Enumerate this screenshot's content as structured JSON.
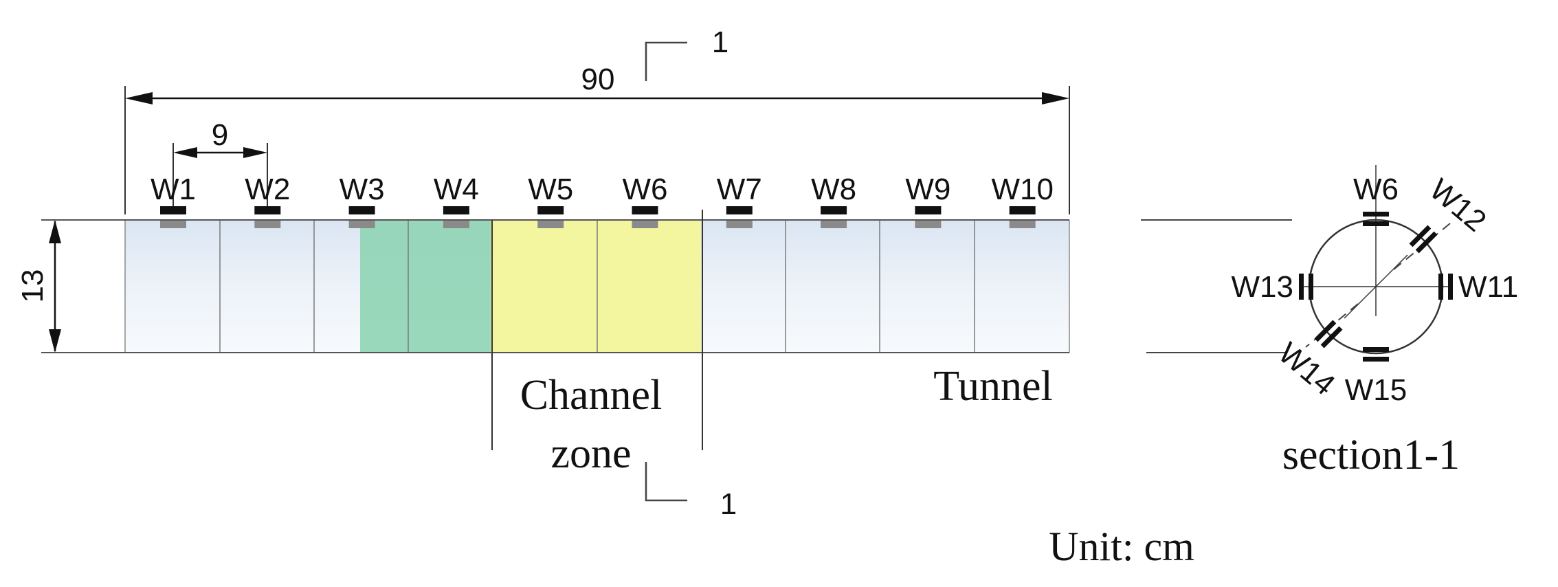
{
  "dimensions": {
    "total_length": "90",
    "gauge_spacing": "9",
    "height": "13"
  },
  "section_marks": {
    "top": "1",
    "bottom": "1"
  },
  "gauges_top": [
    "W1",
    "W2",
    "W3",
    "W4",
    "W5",
    "W6",
    "W7",
    "W8",
    "W9",
    "W10"
  ],
  "section": {
    "title": "section1-1",
    "gauges": {
      "top": "W6",
      "upper_right": "W12",
      "right": "W11",
      "left": "W13",
      "lower_left": "W14",
      "bottom": "W15"
    }
  },
  "labels": {
    "channel_line1": "Channel",
    "channel_line2": "zone",
    "tunnel": "Tunnel",
    "unit": "Unit: cm"
  },
  "colors": {
    "tunnel_fill": "#dfe8f3",
    "green_zone": "#8fd4b4",
    "channel_zone": "#f3f59a",
    "gauge": "#111111"
  }
}
